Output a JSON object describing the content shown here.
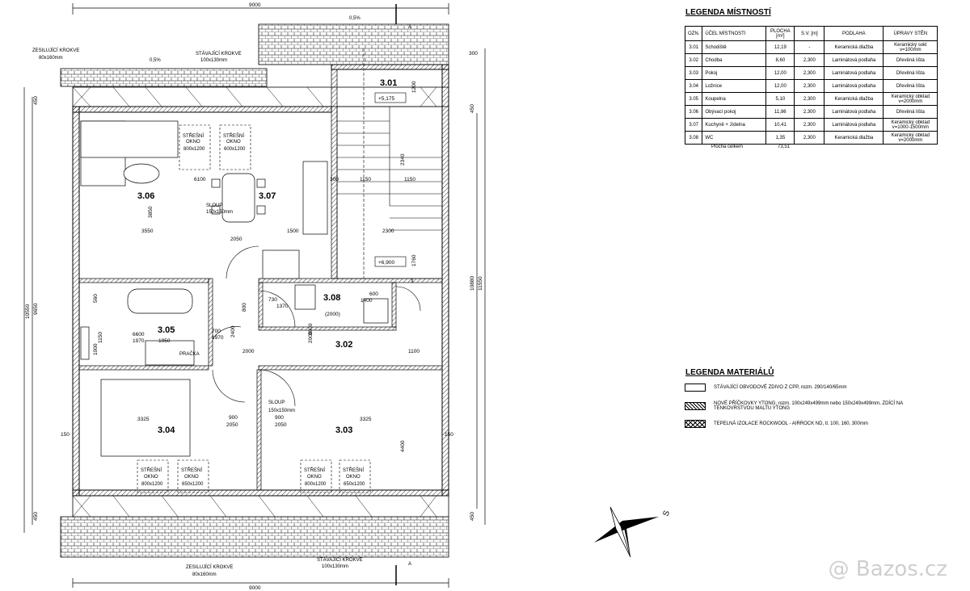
{
  "plan": {
    "rooms": [
      "3.01",
      "3.02",
      "3.03",
      "3.04",
      "3.05",
      "3.06",
      "3.07",
      "3.08"
    ],
    "levels": [
      "+5,175",
      "+6,900"
    ],
    "notes": {
      "reinforcing_rafters": "ZESILUJÍCÍ KROKVE",
      "reinforcing_rafters_size": "80x160mm",
      "existing_rafters": "STÁVAJÍCÍ KROKVE",
      "existing_rafters_size": "100x130mm",
      "slope": "0,5%",
      "column": "SLOUP",
      "column_size": "150x150mm",
      "roof_window": "STŘEŠNÍ",
      "roof_window_2": "OKNO",
      "rw_size_a": "800x1200",
      "rw_size_b": "600x1200",
      "rw_size_c": "650x1200",
      "washer": "PRAČKA",
      "section": "A"
    },
    "dims": {
      "top": "9000",
      "bottom": "9000",
      "d6100": "6100",
      "d3850": "3850",
      "d3550": "3550",
      "d2050": "2050",
      "d1500": "1500",
      "d2300": "2300",
      "d1150a": "1150",
      "d1150b": "1150",
      "d300": "300",
      "d1760": "1760",
      "d2340": "2340",
      "d1200": "1200",
      "d300b": "300",
      "d10880": "10880",
      "d11550": "11550",
      "d10550": "10550",
      "d9650": "9650",
      "d450a": "450",
      "d450b": "450",
      "d450c": "450",
      "d450d": "450",
      "d2000": "2000",
      "d1100": "1100",
      "d3325a": "3325",
      "d3325b": "3325",
      "d2050b": "2050",
      "d2050c": "2050",
      "d900a": "900",
      "d900b": "900",
      "d6600": "6600",
      "d1970a": "1970",
      "d1950": "1950",
      "d700": "700",
      "d1970b": "1970",
      "d800": "800",
      "d2400": "2400",
      "d730": "730",
      "d1370": "1370",
      "d1400": "1400",
      "d600": "600",
      "d2000b": "(2000)",
      "d4400": "4400",
      "d150a": "150",
      "d150b": "150",
      "d560": "560",
      "d1000": "1000",
      "d1150c": "1150",
      "d2000c": "2000",
      "d3000": "3000"
    }
  },
  "legend_rooms": {
    "title": "LEGENDA MÍSTNOSTÍ",
    "headers": [
      "OZN.",
      "ÚČEL MÍSTNOSTI",
      "PLOCHA [m²]",
      "S.V. [m]",
      "PODLAHA",
      "ÚPRAVY STĚN"
    ],
    "rows": [
      [
        "3.01",
        "Schodiště",
        "12,19",
        "-",
        "Keramická dlažba",
        "Keramický sokl v=100mm"
      ],
      [
        "3.02",
        "Chodba",
        "8,60",
        "2,300",
        "Laminátová podlaha",
        "Dřevěná lišta"
      ],
      [
        "3.03",
        "Pokoj",
        "12,00",
        "2,300",
        "Laminátová podlaha",
        "Dřevěná lišta"
      ],
      [
        "3.04",
        "Ložnice",
        "12,00",
        "2,300",
        "Laminátová podlaha",
        "Dřevěná lišta"
      ],
      [
        "3.05",
        "Koupelna",
        "5,10",
        "2,300",
        "Keramická dlažba",
        "Keramický obklad v=2000mm"
      ],
      [
        "3.06",
        "Obývací pokoj",
        "11,86",
        "2,300",
        "Laminátová podlaha",
        "Dřevěná lišta"
      ],
      [
        "3.07",
        "Kuchyně + Jídelna",
        "10,41",
        "2,300",
        "Laminátová podlaha",
        "Keramický obklad v=1000-1500mm"
      ],
      [
        "3.08",
        "WC",
        "1,35",
        "2,300",
        "Keramická dlažba",
        "Keramický obklad v=2000mm"
      ]
    ],
    "total_label": "Plocha celkem",
    "total_value": "73,51"
  },
  "legend_materials": {
    "title": "LEGENDA MATERIÁLŮ",
    "items": [
      "STÁVAJÍCÍ OBVODOVÉ ZDIVO Z CPP, rozm. 290/140/65mm",
      "NOVÉ PŘÍČKOVKY YTONG, rozm. 100x249x499mm nebo 150x249x499mm, ZDÍCÍ NA TENKOVRSTVOU MALTU YTONG",
      "TEPELNÁ IZOLACE ROCKWOOL - AIRROCK ND, tl. 100, 160, 300mm"
    ]
  },
  "compass": {
    "label": "S"
  },
  "watermark": "@ Bazos.cz"
}
